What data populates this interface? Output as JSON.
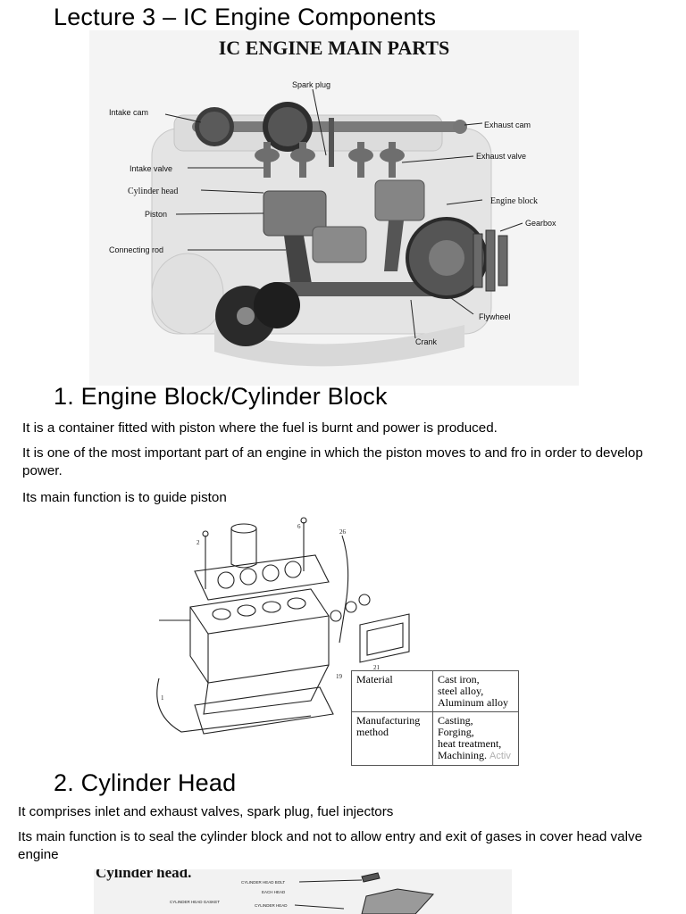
{
  "page_title": "Lecture 3 – IC Engine Components",
  "figure1": {
    "heading": "IC ENGINE MAIN PARTS",
    "labels": {
      "spark_plug": "Spark plug",
      "intake_cam": "Intake cam",
      "exhaust_cam": "Exhaust cam",
      "exhaust_valve": "Exhaust valve",
      "intake_valve": "Intake valve",
      "cylinder_head": "Cylinder head",
      "engine_block": "Engine block",
      "piston": "Piston",
      "gearbox": "Gearbox",
      "connecting_rod": "Connecting rod",
      "flywheel": "Flywheel",
      "crank": "Crank"
    }
  },
  "section1": {
    "heading": "1. Engine Block/Cylinder Block",
    "paragraphs": [
      "It is a container fitted with piston where the fuel is burnt and power is produced.",
      "It is one of the most important part of an engine in which the piston moves to and fro in order to develop power.",
      "Its main function is to guide piston"
    ]
  },
  "figure2": {
    "table": [
      {
        "property": "Material",
        "value": "Cast iron,\nsteel alloy,\nAluminum alloy"
      },
      {
        "property": "Manufacturing\nmethod",
        "value": "Casting,\nForging,\nheat treatment,\nMachining."
      }
    ],
    "watermark": "Activ"
  },
  "section2": {
    "heading": "2. Cylinder Head",
    "paragraphs": [
      "It comprises inlet and exhaust valves, spark plug, fuel injectors",
      "Its main function is to seal the cylinder block and not to allow entry and exit of gases in cover head valve engine"
    ]
  },
  "figure3": {
    "heading": "Cylinder head.",
    "labels": {
      "bolt": "CYLINDER HEAD BOLT",
      "bolt_note": "EACH HEAD",
      "gasket": "CYLINDER HEAD GASKET",
      "head": "CYLINDER HEAD"
    }
  },
  "colors": {
    "text": "#000000",
    "figure_bg": "#f4f4f4",
    "metal": "#8a8a8a"
  }
}
